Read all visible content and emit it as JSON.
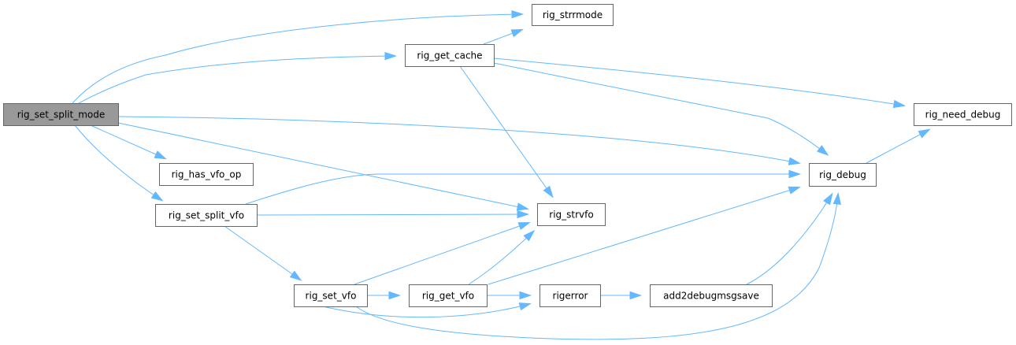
{
  "diagram": {
    "type": "call-graph",
    "root": "rig_set_split_mode",
    "colors": {
      "edge": "#63b8ff",
      "root_fill": "#999999",
      "node_fill": "#ffffff",
      "node_border": "#666666"
    },
    "nodes": [
      {
        "id": "rig_set_split_mode",
        "label": "rig_set_split_mode",
        "root": true
      },
      {
        "id": "rig_strrmode",
        "label": "rig_strrmode"
      },
      {
        "id": "rig_get_cache",
        "label": "rig_get_cache"
      },
      {
        "id": "rig_need_debug",
        "label": "rig_need_debug"
      },
      {
        "id": "rig_has_vfo_op",
        "label": "rig_has_vfo_op"
      },
      {
        "id": "rig_debug",
        "label": "rig_debug"
      },
      {
        "id": "rig_set_split_vfo",
        "label": "rig_set_split_vfo"
      },
      {
        "id": "rig_strvfo",
        "label": "rig_strvfo"
      },
      {
        "id": "rig_set_vfo",
        "label": "rig_set_vfo"
      },
      {
        "id": "rig_get_vfo",
        "label": "rig_get_vfo"
      },
      {
        "id": "rigerror",
        "label": "rigerror"
      },
      {
        "id": "add2debugmsgsave",
        "label": "add2debugmsgsave"
      }
    ],
    "edges": [
      {
        "from": "rig_set_split_mode",
        "to": "rig_strrmode"
      },
      {
        "from": "rig_set_split_mode",
        "to": "rig_get_cache"
      },
      {
        "from": "rig_set_split_mode",
        "to": "rig_debug"
      },
      {
        "from": "rig_set_split_mode",
        "to": "rig_has_vfo_op"
      },
      {
        "from": "rig_set_split_mode",
        "to": "rig_set_split_vfo"
      },
      {
        "from": "rig_set_split_mode",
        "to": "rig_strvfo"
      },
      {
        "from": "rig_get_cache",
        "to": "rig_strrmode"
      },
      {
        "from": "rig_get_cache",
        "to": "rig_need_debug"
      },
      {
        "from": "rig_get_cache",
        "to": "rig_debug"
      },
      {
        "from": "rig_get_cache",
        "to": "rig_strvfo"
      },
      {
        "from": "rig_debug",
        "to": "rig_need_debug"
      },
      {
        "from": "rig_set_split_vfo",
        "to": "rig_debug"
      },
      {
        "from": "rig_set_split_vfo",
        "to": "rig_strvfo"
      },
      {
        "from": "rig_set_split_vfo",
        "to": "rig_set_vfo"
      },
      {
        "from": "rig_set_vfo",
        "to": "rig_strvfo"
      },
      {
        "from": "rig_set_vfo",
        "to": "rig_get_vfo"
      },
      {
        "from": "rig_set_vfo",
        "to": "rigerror"
      },
      {
        "from": "rig_set_vfo",
        "to": "rig_debug"
      },
      {
        "from": "rig_get_vfo",
        "to": "rig_strvfo"
      },
      {
        "from": "rig_get_vfo",
        "to": "rig_debug"
      },
      {
        "from": "rig_get_vfo",
        "to": "rigerror"
      },
      {
        "from": "rigerror",
        "to": "add2debugmsgsave"
      },
      {
        "from": "add2debugmsgsave",
        "to": "rig_debug"
      }
    ]
  }
}
